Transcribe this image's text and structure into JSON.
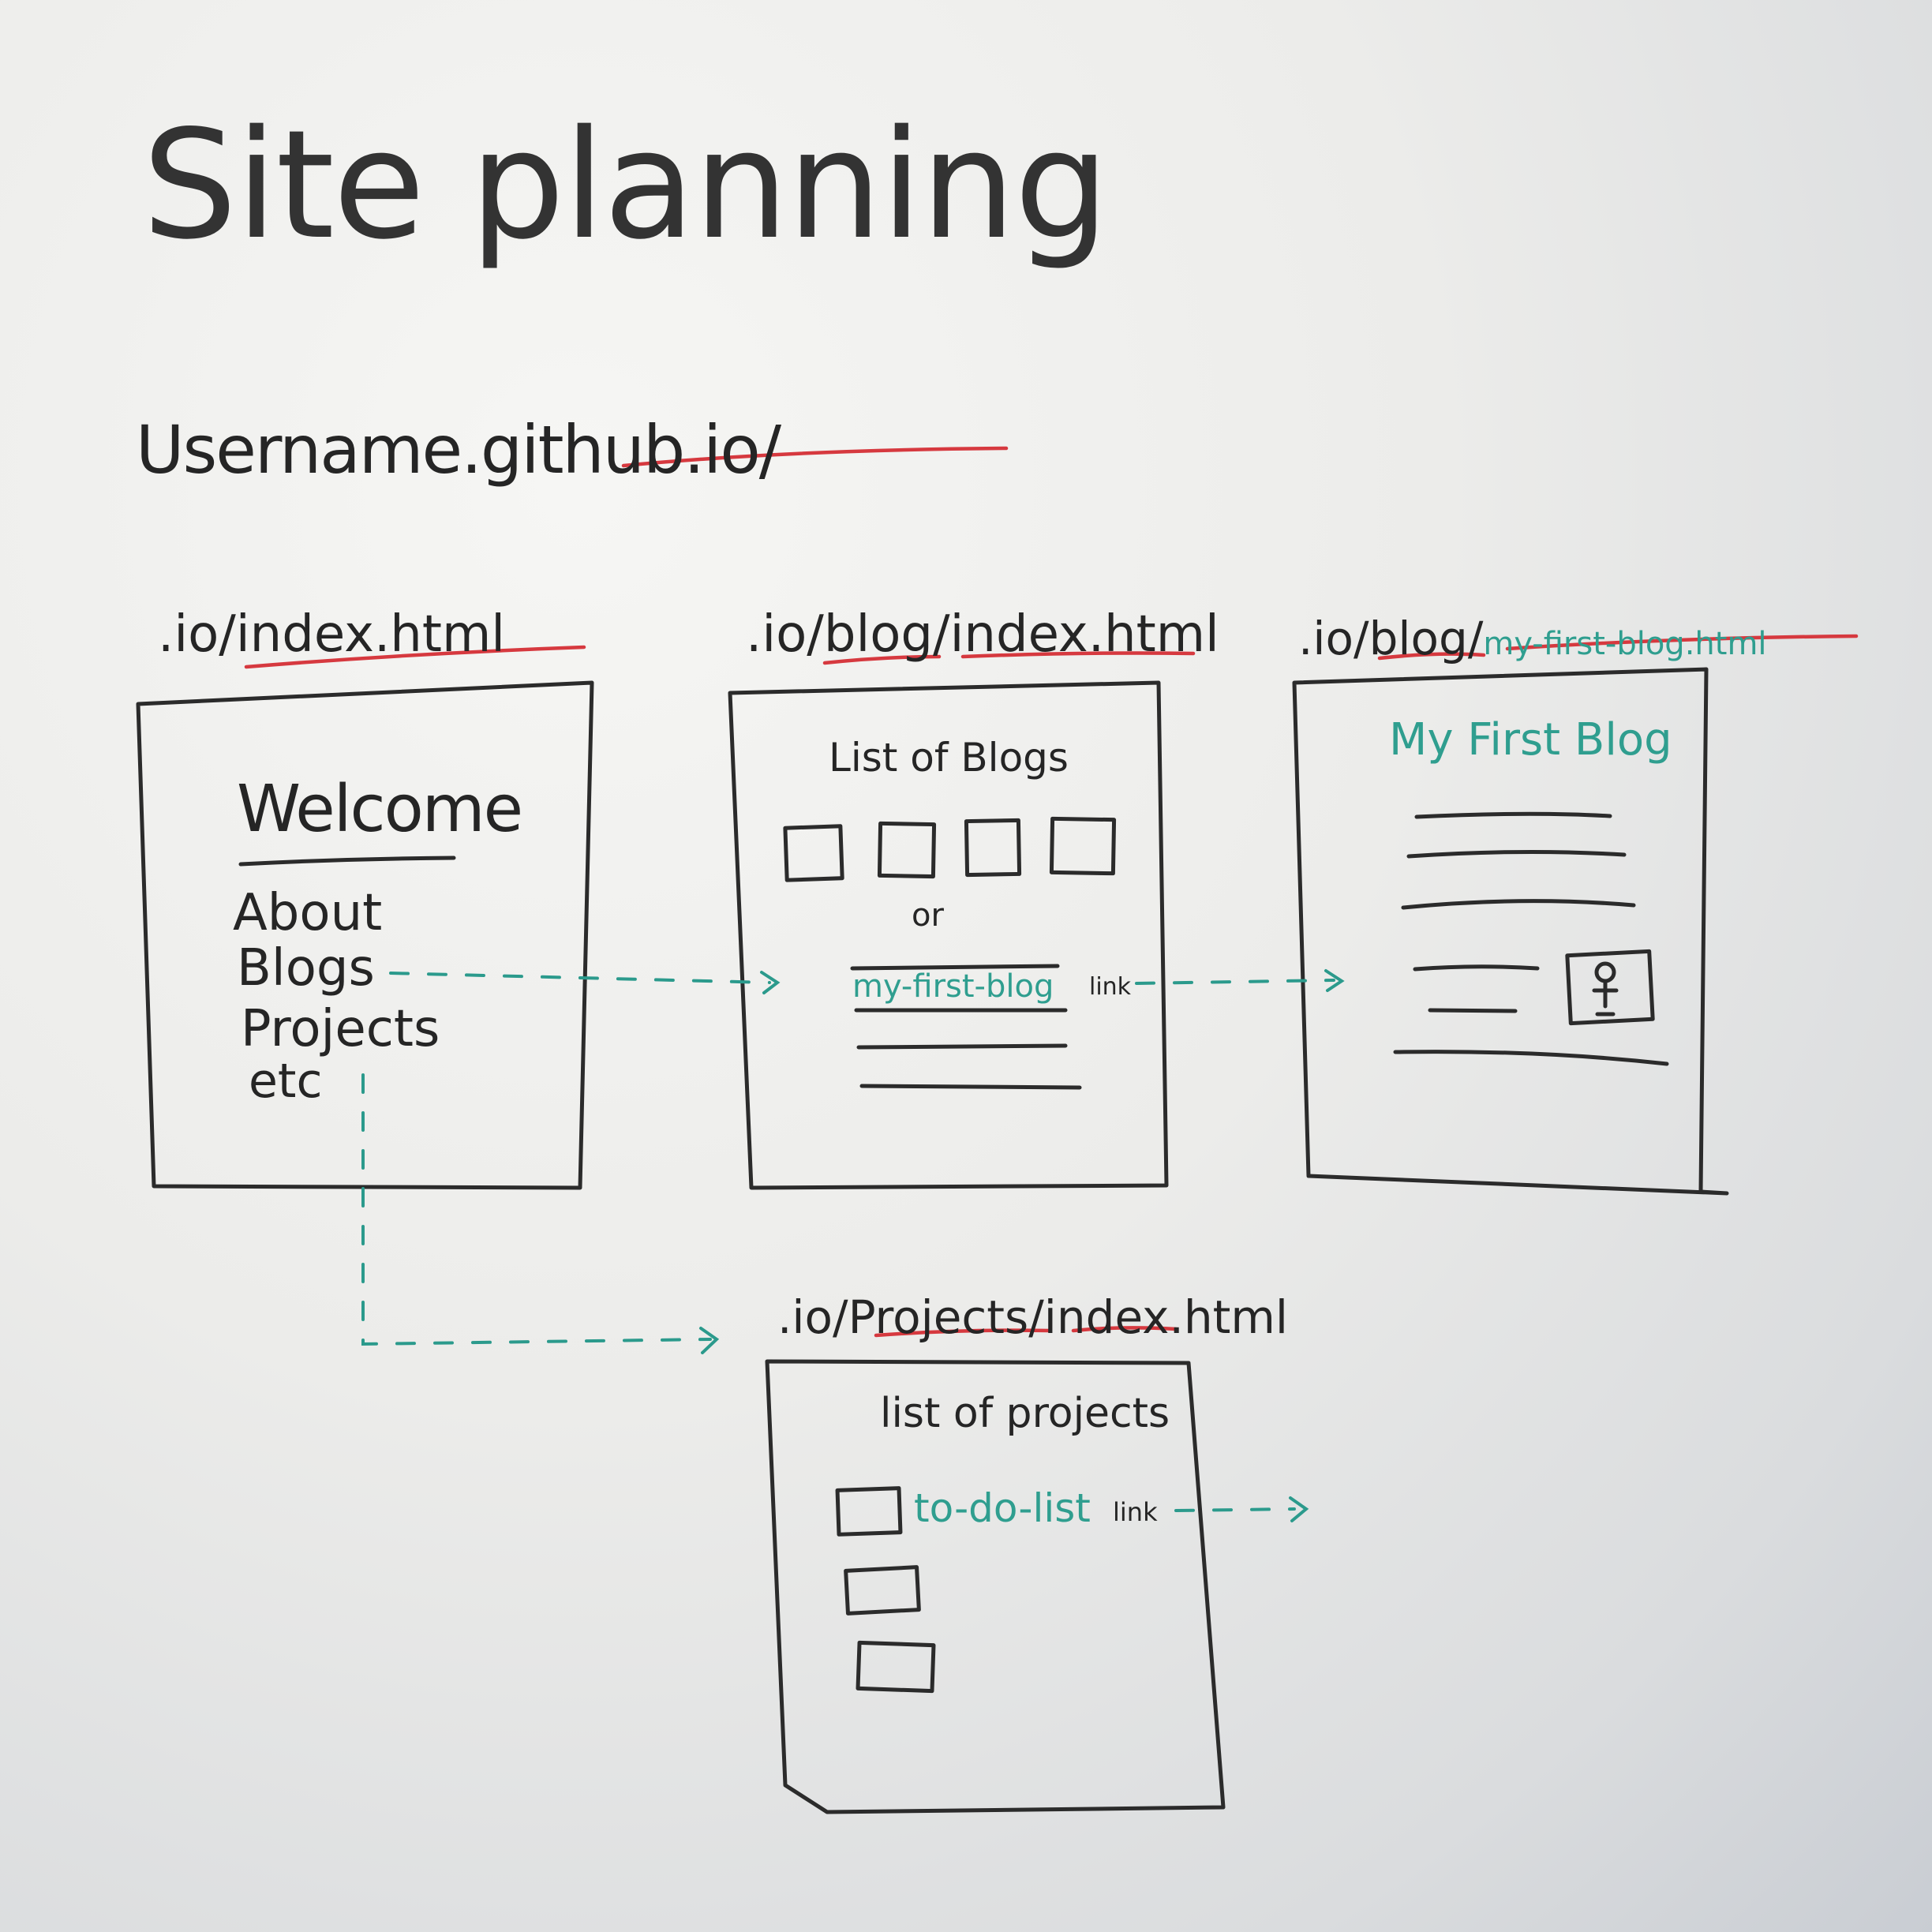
{
  "title": "Site planning",
  "url": {
    "prefix": "Username.github.io/"
  },
  "pages": {
    "home": {
      "path_prefix": ".io/",
      "path_file": "index.html",
      "heading": "Welcome",
      "nav": [
        "About",
        "Blogs",
        "Projects",
        "etc"
      ]
    },
    "blog_index": {
      "path_prefix": ".io/",
      "path_folder": "blog",
      "path_file": "index.html",
      "heading": "List of Blogs",
      "or_label": "or",
      "link_text": "my-first-blog",
      "link_note": "link"
    },
    "blog_post": {
      "path_prefix": ".io/",
      "path_folder": "blog",
      "path_file": "my-first-blog.html",
      "heading": "My First Blog"
    },
    "projects": {
      "path_prefix": ".io/",
      "path_folder": "Projects",
      "path_file": "index.html",
      "heading": "list of projects",
      "link_text": "to-do-list",
      "link_note": "link"
    }
  },
  "colors": {
    "ink": "#2b2b2b",
    "underline": "#d6393f",
    "link": "#2b9a8c"
  }
}
